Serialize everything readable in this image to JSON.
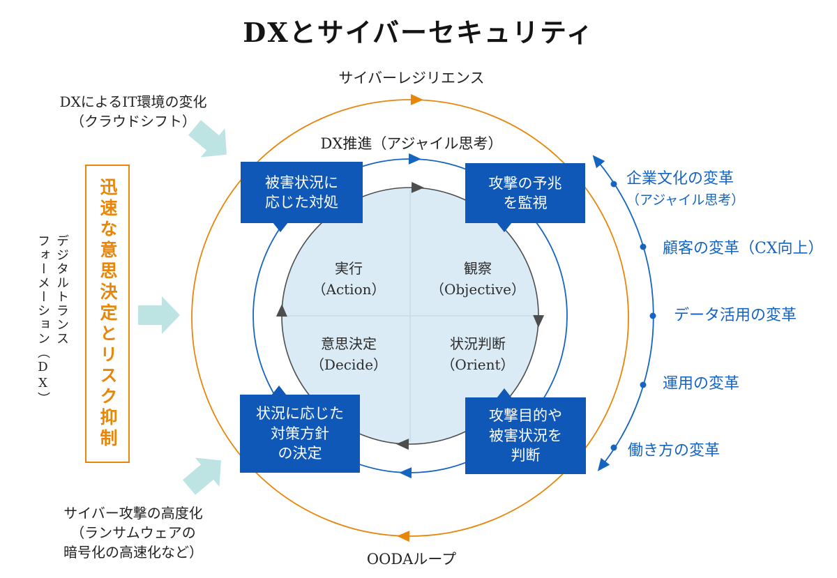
{
  "title": "DXとサイバーセキュリティ",
  "cycles": {
    "outer_label": "サイバーレジリエンス",
    "middle_label": "DX推進（アジャイル思考）",
    "inner_label": "OODAループ"
  },
  "left_column": {
    "top_note": [
      "DXによるIT環境の変化",
      "（クラウドシフト）"
    ],
    "vertical_caption_col1": "デジタルトランス",
    "vertical_caption_col2": "フォーメーション（DX）",
    "orange_box_label": "迅速な意思決定とリスク抑制",
    "bottom_note": [
      "サイバー攻撃の高度化",
      "（ランサムウェアの",
      "暗号化の高速化など）"
    ]
  },
  "ooda_quadrants": [
    {
      "ja": "実行",
      "en": "（Action）"
    },
    {
      "ja": "観察",
      "en": "（Objective）"
    },
    {
      "ja": "意思決定",
      "en": "（Decide）"
    },
    {
      "ja": "状況判断",
      "en": "（Orient）"
    }
  ],
  "callout_boxes": {
    "top_left": [
      "被害状況に",
      "応じた対処"
    ],
    "top_right": [
      "攻撃の予兆",
      "を監視"
    ],
    "bottom_left": [
      "状況に応じた",
      "対策方針",
      "の決定"
    ],
    "bottom_right": [
      "攻撃目的や",
      "被害状況を",
      "判断"
    ]
  },
  "right_items": [
    [
      "企業文化の変革",
      "（アジャイル思考）"
    ],
    [
      "顧客の変革（CX向上）"
    ],
    [
      "データ活用の変革"
    ],
    [
      "運用の変革"
    ],
    [
      "働き方の変革"
    ]
  ],
  "colors": {
    "orange": "#E8860A",
    "blue_line": "#1565C0",
    "box_blue": "#1058B8",
    "inner_fill": "#DAEBF6",
    "gray_ring": "#4D4D4D",
    "teal_arrow": "#BEE3E3"
  }
}
